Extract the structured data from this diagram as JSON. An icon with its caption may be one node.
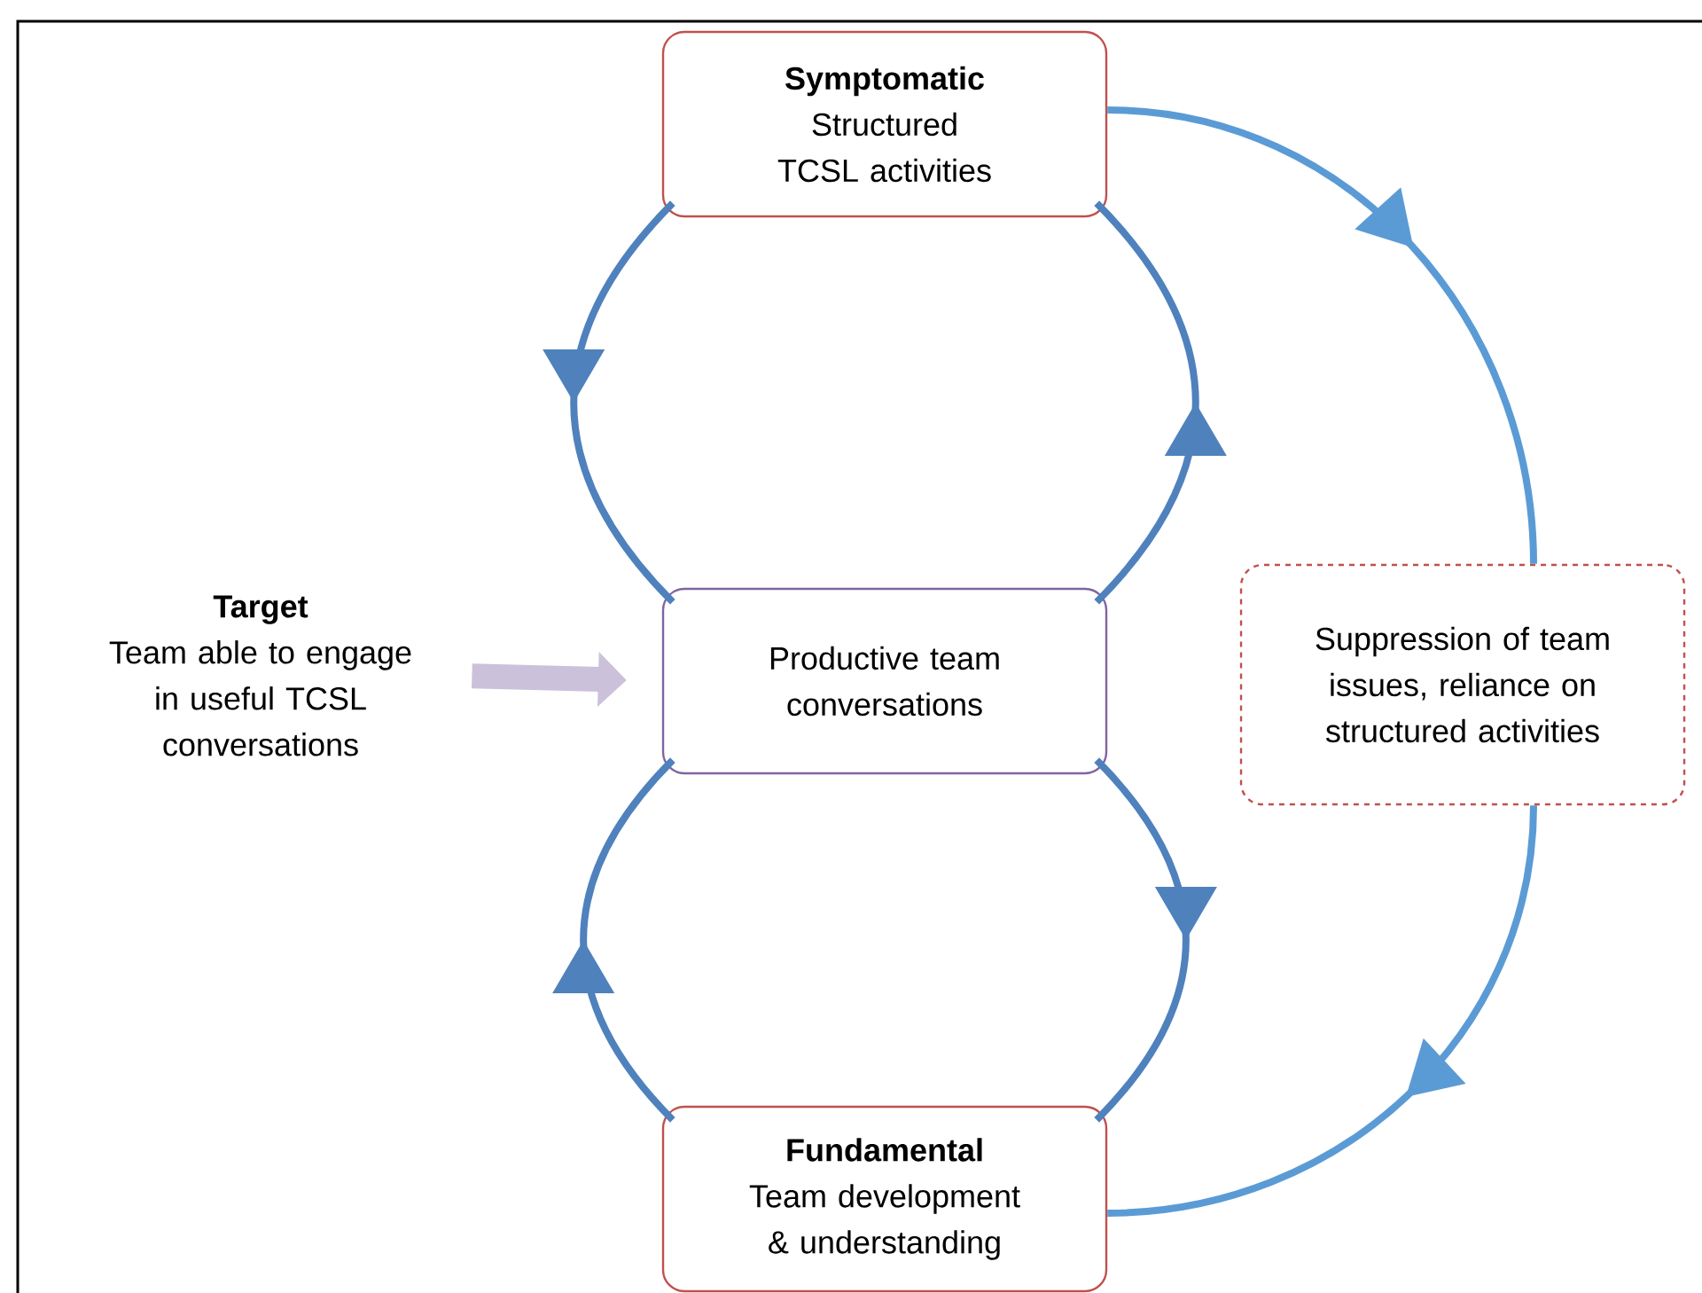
{
  "diagram": {
    "nodes": [
      {
        "text": [
          "Symptomatic",
          "Structured TCSL activities"
        ]
      },
      {
        "text": [
          "Target",
          "Team able to engage in useful TCSL conversations"
        ]
      },
      {
        "text": [
          "Productive team conversations"
        ]
      },
      {
        "text": [
          "Suppression of team issues, reliance on structured activities"
        ]
      },
      {
        "text": [
          "Fundamental",
          "Team development & understanding"
        ]
      }
    ],
    "edges": [
      {
        "from": 0,
        "to": 2,
        "arrow": "to"
      },
      {
        "from": 2,
        "to": 0,
        "arrow": "to"
      },
      {
        "from": 1,
        "to": 2,
        "arrow": "to",
        "style": "thick",
        "color": "#ccc1da"
      },
      {
        "from": 2,
        "to": 4,
        "arrow": "to"
      },
      {
        "from": 4,
        "to": 2,
        "arrow": "to"
      },
      {
        "from": 0,
        "to": 3,
        "arrow": "to",
        "color": "#5b9bd5"
      },
      {
        "from": 3,
        "to": 4,
        "arrow": "to",
        "color": "#5b9bd5"
      }
    ]
  }
}
